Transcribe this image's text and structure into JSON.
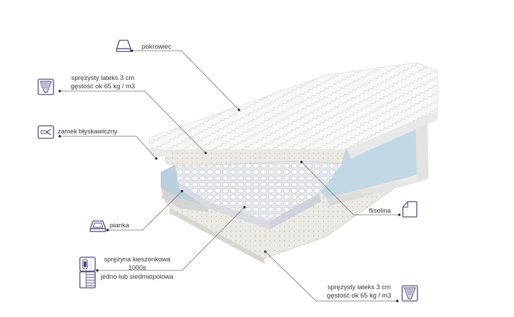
{
  "diagram": {
    "subject": "mattress layer cross-section",
    "callouts": [
      {
        "id": "pokrowiec",
        "icon": "cover-icon",
        "lines": [
          "pokrowiec"
        ]
      },
      {
        "id": "lateks-top",
        "icon": "latex-layer-icon",
        "lines": [
          "sprężysty lateks  3 cm",
          "gęstość ok 65 kg / m3"
        ]
      },
      {
        "id": "zamek",
        "icon": "zipper-icon",
        "lines": [
          "zamek błyskawiczny"
        ]
      },
      {
        "id": "pianka",
        "icon": "foam-frame-icon",
        "lines": [
          "pianka"
        ]
      },
      {
        "id": "sprezyna",
        "icon": "pocket-spring-icon",
        "lines": [
          "sprężyna kieszonkowa",
          "1000s",
          "jedno-lub siedmiopolowa"
        ]
      },
      {
        "id": "fliselina",
        "icon": "fleece-sheet-icon",
        "lines": [
          "fliselina"
        ]
      },
      {
        "id": "lateks-bottom",
        "icon": "latex-layer-icon",
        "lines": [
          "sprężysty lateks  3 cm",
          "gęstość ok 65 kg / m3"
        ]
      }
    ]
  },
  "colors": {
    "line": "#6b6b6b",
    "icon_stroke": "#4a4a7a",
    "foam_blue": "#bcd3e0",
    "cover_white": "#f4f4f4",
    "latex": "#e9e7e2"
  }
}
